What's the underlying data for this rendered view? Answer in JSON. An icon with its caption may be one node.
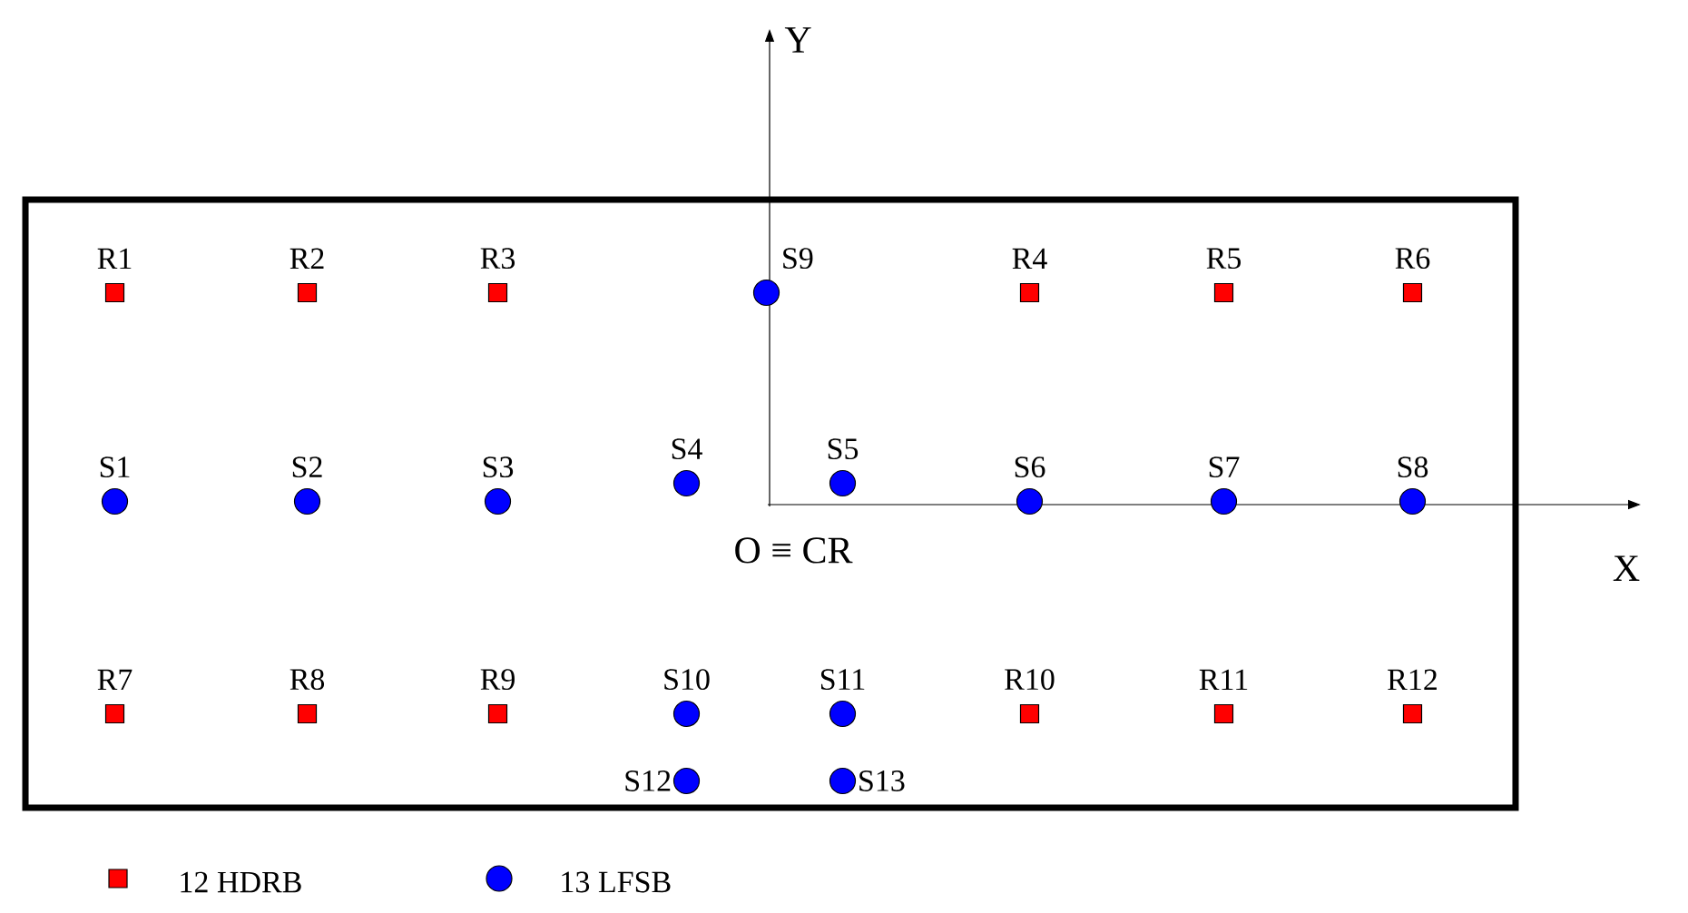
{
  "diagram": {
    "nodes": [
      {
        "text": [],
        "shape": "box"
      },
      {
        "text": [],
        "shape": "box",
        "beside": [
          "R1"
        ],
        "in": 0
      },
      {
        "text": [],
        "shape": "box",
        "beside": [
          "R2"
        ],
        "in": 0
      },
      {
        "text": [],
        "shape": "box",
        "beside": [
          "R3"
        ],
        "in": 0
      },
      {
        "text": [],
        "shape": "circle",
        "beside": [
          "S9"
        ],
        "in": 0
      },
      {
        "text": [],
        "shape": "box",
        "beside": [
          "R4"
        ],
        "in": 0
      },
      {
        "text": [],
        "shape": "box",
        "beside": [
          "R5"
        ],
        "in": 0
      },
      {
        "text": [],
        "shape": "box",
        "beside": [
          "R6"
        ],
        "in": 0
      },
      {
        "text": [],
        "shape": "circle",
        "beside": [
          "S1"
        ],
        "in": 0
      },
      {
        "text": [],
        "shape": "circle",
        "beside": [
          "S2"
        ],
        "in": 0
      },
      {
        "text": [],
        "shape": "circle",
        "beside": [
          "S3"
        ],
        "in": 0
      },
      {
        "text": [],
        "shape": "circle",
        "beside": [
          "S4"
        ],
        "in": 0
      },
      {
        "text": [],
        "shape": "circle",
        "beside": [
          "S5"
        ],
        "in": 0
      },
      {
        "text": [],
        "shape": "circle",
        "beside": [
          "S6"
        ],
        "in": 0
      },
      {
        "text": [],
        "shape": "circle",
        "beside": [
          "S7"
        ],
        "in": 0
      },
      {
        "text": [],
        "shape": "circle",
        "beside": [
          "S8"
        ],
        "in": 0
      },
      {
        "text": [],
        "shape": "box",
        "beside": [
          "R7"
        ],
        "in": 0
      },
      {
        "text": [],
        "shape": "box",
        "beside": [
          "R8"
        ],
        "in": 0
      },
      {
        "text": [],
        "shape": "box",
        "beside": [
          "R9"
        ],
        "in": 0
      },
      {
        "text": [],
        "shape": "circle",
        "beside": [
          "S10"
        ],
        "in": 0
      },
      {
        "text": [],
        "shape": "circle",
        "beside": [
          "S11"
        ],
        "in": 0
      },
      {
        "text": [],
        "shape": "box",
        "beside": [
          "R10"
        ],
        "in": 0
      },
      {
        "text": [],
        "shape": "box",
        "beside": [
          "R11"
        ],
        "in": 0
      },
      {
        "text": [],
        "shape": "box",
        "beside": [
          "R12"
        ],
        "in": 0
      },
      {
        "text": [],
        "shape": "circle",
        "beside": [
          "S12"
        ],
        "in": 0
      },
      {
        "text": [],
        "shape": "circle",
        "beside": [
          "S13"
        ],
        "in": 0
      }
    ],
    "labels": [
      "Y",
      "O ≡ CR",
      "X"
    ],
    "legend": [
      {
        "text": "12 HDRB",
        "color": "#ff0000"
      },
      {
        "text": "13 LFSB",
        "color": "#0000ff"
      }
    ]
  }
}
